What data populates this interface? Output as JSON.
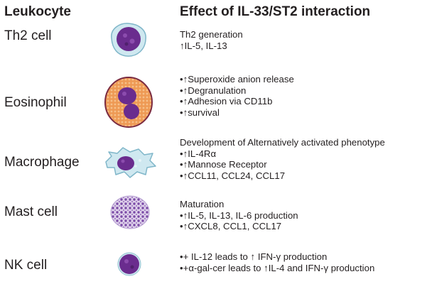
{
  "headers": {
    "leukocyte": "Leukocyte",
    "effect": "Effect of IL-33/ST2 interaction"
  },
  "rows": [
    {
      "name": "Th2 cell",
      "icon": "th2-cell-icon",
      "effects": [
        "Th2 generation",
        "↑IL-5, IL-13"
      ]
    },
    {
      "name": "Eosinophil",
      "icon": "eosinophil-cell-icon",
      "effects": [
        "•↑Superoxide anion release",
        "•↑Degranulation",
        "•↑Adhesion via CD11b",
        "•↑survival"
      ]
    },
    {
      "name": "Macrophage",
      "icon": "macrophage-cell-icon",
      "effects": [
        "Development of Alternatively activated phenotype",
        "•↑IL-4Rα",
        "•↑Mannose Receptor",
        "•↑CCL11, CCL24, CCL17"
      ]
    },
    {
      "name": "Mast cell",
      "icon": "mast-cell-icon",
      "effects": [
        "Maturation",
        "•↑IL-5, IL-13, IL-6 production",
        "•↑CXCL8, CCL1, CCL17"
      ]
    },
    {
      "name": "NK cell",
      "icon": "nk-cell-icon",
      "effects": [
        "•+ IL-12 leads to ↑ IFN-γ production",
        "•+α-gal-cer leads to ↑IL-4 and IFN-γ production"
      ]
    }
  ],
  "colors": {
    "text": "#231f20",
    "cytoplasm_blue": "#c8e6ef",
    "nucleus_purple": "#6a2c8e",
    "eosinophil_granule": "#f0a060"
  }
}
